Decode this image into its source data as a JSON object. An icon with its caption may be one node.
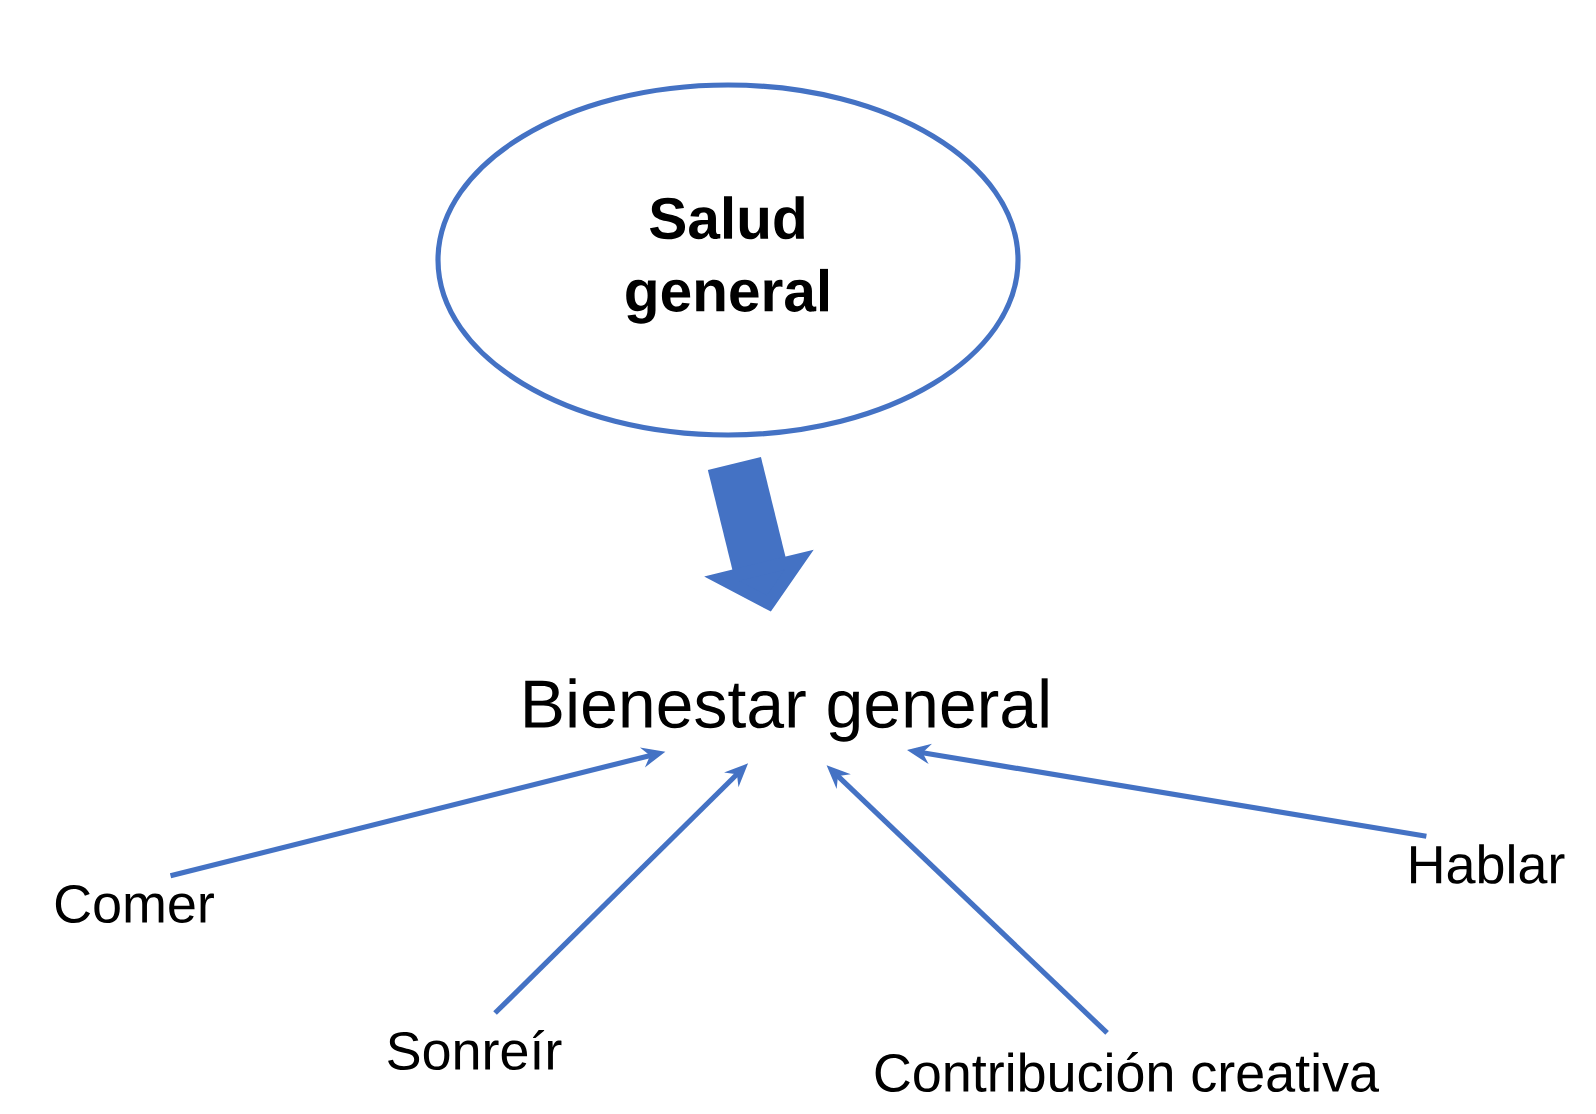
{
  "diagram": {
    "nodes": [
      {
        "text": [
          "Salud general"
        ]
      },
      {
        "text": [
          "Bienestar general"
        ]
      },
      {
        "text": [
          "Comer"
        ]
      },
      {
        "text": [
          "Sonreír"
        ]
      },
      {
        "text": [
          "Contribución creativa"
        ]
      },
      {
        "text": [
          "Hablar"
        ]
      }
    ],
    "edges": [
      {
        "from": 0,
        "to": 1,
        "arrow": "to",
        "style": "thick"
      },
      {
        "from": 2,
        "to": 1,
        "arrow": "to"
      },
      {
        "from": 3,
        "to": 1,
        "arrow": "to"
      },
      {
        "from": 4,
        "to": 1,
        "arrow": "to"
      },
      {
        "from": 5,
        "to": 1,
        "arrow": "to"
      }
    ]
  }
}
